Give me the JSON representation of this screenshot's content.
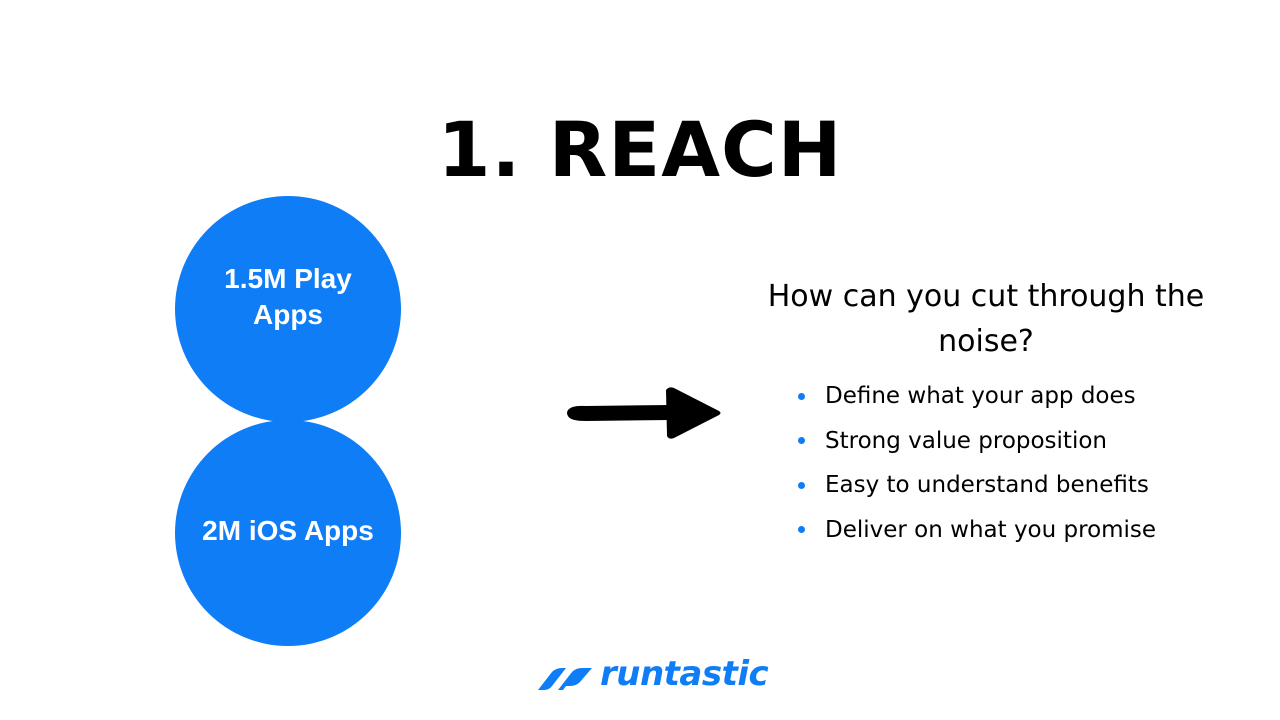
{
  "slide": {
    "title": "1. REACH",
    "circles": [
      {
        "label": "1.5M Play Apps"
      },
      {
        "label": "2M iOS Apps"
      }
    ],
    "question": "How can you cut through the noise?",
    "bullets": [
      "Define what your app does",
      "Strong value proposition",
      "Easy to understand benefits",
      "Deliver on what you promise"
    ],
    "logo_text": "runtastic"
  },
  "colors": {
    "accent": "#0f7df5",
    "text": "#000000",
    "background": "#ffffff"
  },
  "icons": {
    "arrow": "right-arrow-icon",
    "logo": "runtastic-logo-icon"
  }
}
